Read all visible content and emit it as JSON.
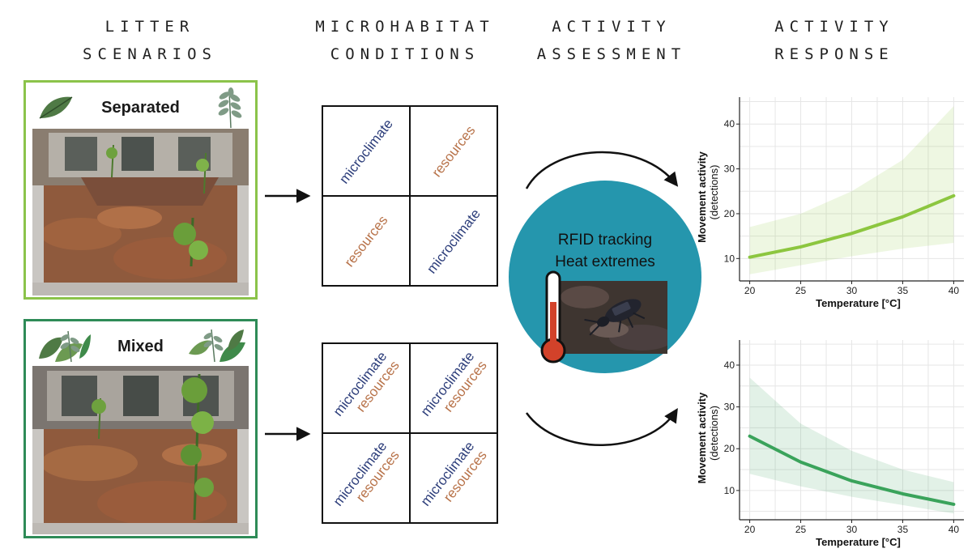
{
  "headers": {
    "litter": [
      "LITTER",
      "SCENARIOS"
    ],
    "micro": [
      "MICROHABITAT",
      "CONDITIONS"
    ],
    "assess": [
      "ACTIVITY",
      "ASSESSMENT"
    ],
    "response": [
      "ACTIVITY",
      "RESPONSE"
    ]
  },
  "scenarios": {
    "separated": {
      "title": "Separated",
      "border_color": "#8bc34a"
    },
    "mixed": {
      "title": "Mixed",
      "border_color": "#2e8b57"
    }
  },
  "conditions": {
    "separated": [
      {
        "lines": [
          "microclimate"
        ]
      },
      {
        "lines": [
          "resources"
        ]
      },
      {
        "lines": [
          "resources"
        ]
      },
      {
        "lines": [
          "microclimate"
        ]
      }
    ],
    "mixed": [
      {
        "lines": [
          "microclimate",
          "resources"
        ]
      },
      {
        "lines": [
          "microclimate",
          "resources"
        ]
      },
      {
        "lines": [
          "microclimate",
          "resources"
        ]
      },
      {
        "lines": [
          "microclimate",
          "resources"
        ]
      }
    ],
    "colors": {
      "microclimate": "#2c3d7a",
      "resources": "#b8734a"
    }
  },
  "assessment": {
    "line1": "RFID tracking",
    "line2": "Heat extremes",
    "circle_color": "#2596ad"
  },
  "chart_data": [
    {
      "type": "line",
      "x": [
        20,
        25,
        30,
        35,
        40
      ],
      "series": [
        {
          "values": [
            10.3,
            12.6,
            15.6,
            19.3,
            24.0
          ],
          "lower": [
            6.5,
            8.5,
            10.5,
            12.2,
            13.5
          ],
          "upper": [
            17,
            20,
            25,
            32,
            44
          ],
          "color": "#8cc63f"
        }
      ],
      "xticks": [
        "20",
        "25",
        "30",
        "35",
        "40"
      ],
      "yticks": [
        "10",
        "20",
        "30",
        "40"
      ],
      "xlabel": "Temperature [°C]",
      "ylabel": "Movement activity",
      "ylabel2": "(detections)",
      "xlim": [
        19,
        41
      ],
      "ylim": [
        5,
        46
      ],
      "grid": true
    },
    {
      "type": "line",
      "x": [
        20,
        25,
        30,
        35,
        40
      ],
      "series": [
        {
          "values": [
            23.0,
            16.8,
            12.3,
            9.2,
            6.7
          ],
          "lower": [
            14,
            11,
            8.5,
            6.5,
            4.5
          ],
          "upper": [
            37,
            26,
            19.5,
            15,
            12
          ],
          "color": "#3aa35b"
        }
      ],
      "xticks": [
        "20",
        "25",
        "30",
        "35",
        "40"
      ],
      "yticks": [
        "10",
        "20",
        "30",
        "40"
      ],
      "xlabel": "Temperature [°C]",
      "ylabel": "Movement activity",
      "ylabel2": "(detections)",
      "xlim": [
        19,
        41
      ],
      "ylim": [
        3,
        46
      ],
      "grid": true
    }
  ]
}
